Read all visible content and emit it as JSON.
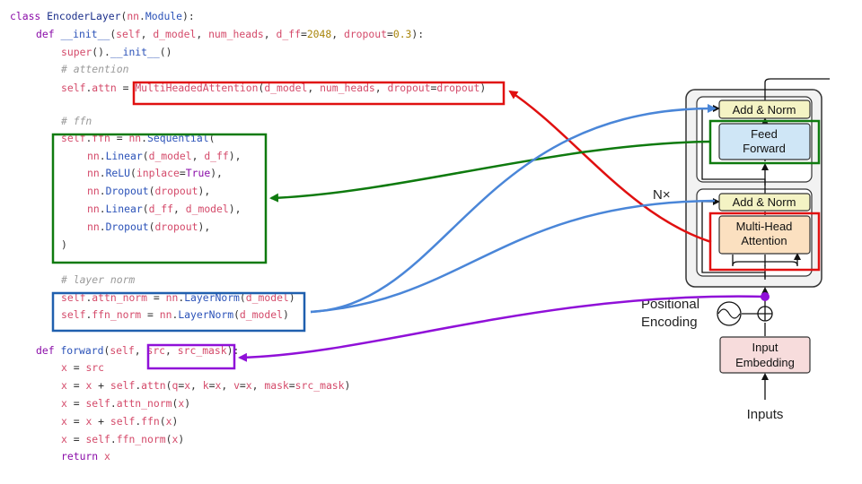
{
  "code": {
    "lines": [
      [
        {
          "t": "class ",
          "c": "kw"
        },
        {
          "t": "EncoderLayer",
          "c": "cls"
        },
        {
          "t": "(",
          "c": "pl"
        },
        {
          "t": "nn",
          "c": "id"
        },
        {
          "t": ".",
          "c": "pl"
        },
        {
          "t": "Module",
          "c": "fn"
        },
        {
          "t": "):",
          "c": "pl"
        }
      ],
      [
        {
          "t": "def ",
          "c": "kw"
        },
        {
          "t": "__init__",
          "c": "fn"
        },
        {
          "t": "(",
          "c": "pl"
        },
        {
          "t": "self",
          "c": "id"
        },
        {
          "t": ", ",
          "c": "pl"
        },
        {
          "t": "d_model",
          "c": "id"
        },
        {
          "t": ", ",
          "c": "pl"
        },
        {
          "t": "num_heads",
          "c": "id"
        },
        {
          "t": ", ",
          "c": "pl"
        },
        {
          "t": "d_ff",
          "c": "id"
        },
        {
          "t": "=",
          "c": "pl"
        },
        {
          "t": "2048",
          "c": "num"
        },
        {
          "t": ", ",
          "c": "pl"
        },
        {
          "t": "dropout",
          "c": "id"
        },
        {
          "t": "=",
          "c": "pl"
        },
        {
          "t": "0.3",
          "c": "num"
        },
        {
          "t": "):",
          "c": "pl"
        }
      ],
      [
        {
          "t": "super",
          "c": "id"
        },
        {
          "t": "().",
          "c": "pl"
        },
        {
          "t": "__init__",
          "c": "fn"
        },
        {
          "t": "()",
          "c": "pl"
        }
      ],
      [
        {
          "t": "# attention",
          "c": "cm"
        }
      ],
      [
        {
          "t": "self",
          "c": "id"
        },
        {
          "t": ".",
          "c": "pl"
        },
        {
          "t": "attn",
          "c": "id"
        },
        {
          "t": " = ",
          "c": "pl"
        },
        {
          "t": "MultiHeadedAttention",
          "c": "id"
        },
        {
          "t": "(",
          "c": "pl"
        },
        {
          "t": "d_model",
          "c": "id"
        },
        {
          "t": ", ",
          "c": "pl"
        },
        {
          "t": "num_heads",
          "c": "id"
        },
        {
          "t": ", ",
          "c": "pl"
        },
        {
          "t": "dropout",
          "c": "id"
        },
        {
          "t": "=",
          "c": "pl"
        },
        {
          "t": "dropout",
          "c": "id"
        },
        {
          "t": ")",
          "c": "pl"
        }
      ],
      [
        {
          "t": "# ffn",
          "c": "cm"
        }
      ],
      [
        {
          "t": "self",
          "c": "id"
        },
        {
          "t": ".",
          "c": "pl"
        },
        {
          "t": "ffn",
          "c": "id"
        },
        {
          "t": " = ",
          "c": "pl"
        },
        {
          "t": "nn",
          "c": "id"
        },
        {
          "t": ".",
          "c": "pl"
        },
        {
          "t": "Sequential",
          "c": "fn"
        },
        {
          "t": "(",
          "c": "pl"
        }
      ],
      [
        {
          "t": "nn",
          "c": "id"
        },
        {
          "t": ".",
          "c": "pl"
        },
        {
          "t": "Linear",
          "c": "fn"
        },
        {
          "t": "(",
          "c": "pl"
        },
        {
          "t": "d_model",
          "c": "id"
        },
        {
          "t": ", ",
          "c": "pl"
        },
        {
          "t": "d_ff",
          "c": "id"
        },
        {
          "t": "),",
          "c": "pl"
        }
      ],
      [
        {
          "t": "nn",
          "c": "id"
        },
        {
          "t": ".",
          "c": "pl"
        },
        {
          "t": "ReLU",
          "c": "fn"
        },
        {
          "t": "(",
          "c": "pl"
        },
        {
          "t": "inplace",
          "c": "id"
        },
        {
          "t": "=",
          "c": "pl"
        },
        {
          "t": "True",
          "c": "kw"
        },
        {
          "t": "),",
          "c": "pl"
        }
      ],
      [
        {
          "t": "nn",
          "c": "id"
        },
        {
          "t": ".",
          "c": "pl"
        },
        {
          "t": "Dropout",
          "c": "fn"
        },
        {
          "t": "(",
          "c": "pl"
        },
        {
          "t": "dropout",
          "c": "id"
        },
        {
          "t": "),",
          "c": "pl"
        }
      ],
      [
        {
          "t": "nn",
          "c": "id"
        },
        {
          "t": ".",
          "c": "pl"
        },
        {
          "t": "Linear",
          "c": "fn"
        },
        {
          "t": "(",
          "c": "pl"
        },
        {
          "t": "d_ff",
          "c": "id"
        },
        {
          "t": ", ",
          "c": "pl"
        },
        {
          "t": "d_model",
          "c": "id"
        },
        {
          "t": "),",
          "c": "pl"
        }
      ],
      [
        {
          "t": "nn",
          "c": "id"
        },
        {
          "t": ".",
          "c": "pl"
        },
        {
          "t": "Dropout",
          "c": "fn"
        },
        {
          "t": "(",
          "c": "pl"
        },
        {
          "t": "dropout",
          "c": "id"
        },
        {
          "t": "),",
          "c": "pl"
        }
      ],
      [
        {
          "t": ")",
          "c": "pl"
        }
      ],
      [
        {
          "t": "# layer norm",
          "c": "cm"
        }
      ],
      [
        {
          "t": "self",
          "c": "id"
        },
        {
          "t": ".",
          "c": "pl"
        },
        {
          "t": "attn_norm",
          "c": "id"
        },
        {
          "t": " = ",
          "c": "pl"
        },
        {
          "t": "nn",
          "c": "id"
        },
        {
          "t": ".",
          "c": "pl"
        },
        {
          "t": "LayerNorm",
          "c": "fn"
        },
        {
          "t": "(",
          "c": "pl"
        },
        {
          "t": "d_model",
          "c": "id"
        },
        {
          "t": ")",
          "c": "pl"
        }
      ],
      [
        {
          "t": "self",
          "c": "id"
        },
        {
          "t": ".",
          "c": "pl"
        },
        {
          "t": "ffn_norm",
          "c": "id"
        },
        {
          "t": " = ",
          "c": "pl"
        },
        {
          "t": "nn",
          "c": "id"
        },
        {
          "t": ".",
          "c": "pl"
        },
        {
          "t": "LayerNorm",
          "c": "fn"
        },
        {
          "t": "(",
          "c": "pl"
        },
        {
          "t": "d_model",
          "c": "id"
        },
        {
          "t": ")",
          "c": "pl"
        }
      ],
      [
        {
          "t": "def ",
          "c": "kw"
        },
        {
          "t": "forward",
          "c": "fn"
        },
        {
          "t": "(",
          "c": "pl"
        },
        {
          "t": "self",
          "c": "id"
        },
        {
          "t": ", ",
          "c": "pl"
        },
        {
          "t": "src",
          "c": "id"
        },
        {
          "t": ", ",
          "c": "pl"
        },
        {
          "t": "src_mask",
          "c": "id"
        },
        {
          "t": "):",
          "c": "pl"
        }
      ],
      [
        {
          "t": "x",
          "c": "id"
        },
        {
          "t": " = ",
          "c": "pl"
        },
        {
          "t": "src",
          "c": "id"
        }
      ],
      [
        {
          "t": "x",
          "c": "id"
        },
        {
          "t": " = ",
          "c": "pl"
        },
        {
          "t": "x",
          "c": "id"
        },
        {
          "t": " + ",
          "c": "pl"
        },
        {
          "t": "self",
          "c": "id"
        },
        {
          "t": ".",
          "c": "pl"
        },
        {
          "t": "attn",
          "c": "id"
        },
        {
          "t": "(",
          "c": "pl"
        },
        {
          "t": "q",
          "c": "id"
        },
        {
          "t": "=",
          "c": "pl"
        },
        {
          "t": "x",
          "c": "id"
        },
        {
          "t": ", ",
          "c": "pl"
        },
        {
          "t": "k",
          "c": "id"
        },
        {
          "t": "=",
          "c": "pl"
        },
        {
          "t": "x",
          "c": "id"
        },
        {
          "t": ", ",
          "c": "pl"
        },
        {
          "t": "v",
          "c": "id"
        },
        {
          "t": "=",
          "c": "pl"
        },
        {
          "t": "x",
          "c": "id"
        },
        {
          "t": ", ",
          "c": "pl"
        },
        {
          "t": "mask",
          "c": "id"
        },
        {
          "t": "=",
          "c": "pl"
        },
        {
          "t": "src_mask",
          "c": "id"
        },
        {
          "t": ")",
          "c": "pl"
        }
      ],
      [
        {
          "t": "x",
          "c": "id"
        },
        {
          "t": " = ",
          "c": "pl"
        },
        {
          "t": "self",
          "c": "id"
        },
        {
          "t": ".",
          "c": "pl"
        },
        {
          "t": "attn_norm",
          "c": "id"
        },
        {
          "t": "(",
          "c": "pl"
        },
        {
          "t": "x",
          "c": "id"
        },
        {
          "t": ")",
          "c": "pl"
        }
      ],
      [
        {
          "t": "x",
          "c": "id"
        },
        {
          "t": " = ",
          "c": "pl"
        },
        {
          "t": "x",
          "c": "id"
        },
        {
          "t": " + ",
          "c": "pl"
        },
        {
          "t": "self",
          "c": "id"
        },
        {
          "t": ".",
          "c": "pl"
        },
        {
          "t": "ffn",
          "c": "id"
        },
        {
          "t": "(",
          "c": "pl"
        },
        {
          "t": "x",
          "c": "id"
        },
        {
          "t": ")",
          "c": "pl"
        }
      ],
      [
        {
          "t": "x",
          "c": "id"
        },
        {
          "t": " = ",
          "c": "pl"
        },
        {
          "t": "self",
          "c": "id"
        },
        {
          "t": ".",
          "c": "pl"
        },
        {
          "t": "ffn_norm",
          "c": "id"
        },
        {
          "t": "(",
          "c": "pl"
        },
        {
          "t": "x",
          "c": "id"
        },
        {
          "t": ")",
          "c": "pl"
        }
      ],
      [
        {
          "t": "return ",
          "c": "kw"
        },
        {
          "t": "x",
          "c": "id"
        }
      ]
    ]
  },
  "diagram": {
    "add_norm_top": "Add & Norm",
    "feed_forward": [
      "Feed",
      "Forward"
    ],
    "add_norm_bottom": "Add & Norm",
    "multi_head": [
      "Multi-Head",
      "Attention"
    ],
    "nx": "N×",
    "positional": [
      "Positional",
      "Encoding"
    ],
    "input_embedding": [
      "Input",
      "Embedding"
    ],
    "inputs": "Inputs"
  },
  "colors": {
    "red": "#e01010",
    "green": "#0e7a0e",
    "blue": "#1f5fae",
    "light_blue": "#4a86d8",
    "purple": "#9010d8",
    "add_norm_fill": "#f4f3c4",
    "ff_fill": "#cfe6f6",
    "mha_fill": "#fbe0c0",
    "embed_fill": "#f7dcdc"
  }
}
